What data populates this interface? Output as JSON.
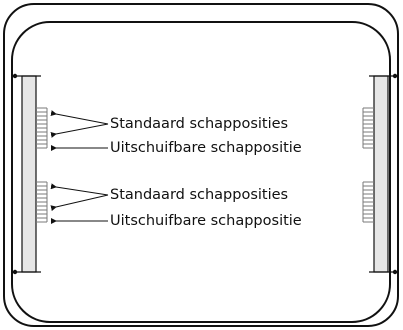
{
  "diagram": {
    "labels": {
      "upper_standard": "Standaard schapposities",
      "upper_slideout": "Uitschuifbare schappositie",
      "lower_standard": "Standaard schapposities",
      "lower_slideout": "Uitschuifbare schappositie"
    },
    "colors": {
      "outline": "#111111",
      "rail_fill": "#e6e6e6",
      "rung": "#7a7a7a",
      "background": "#ffffff"
    }
  }
}
